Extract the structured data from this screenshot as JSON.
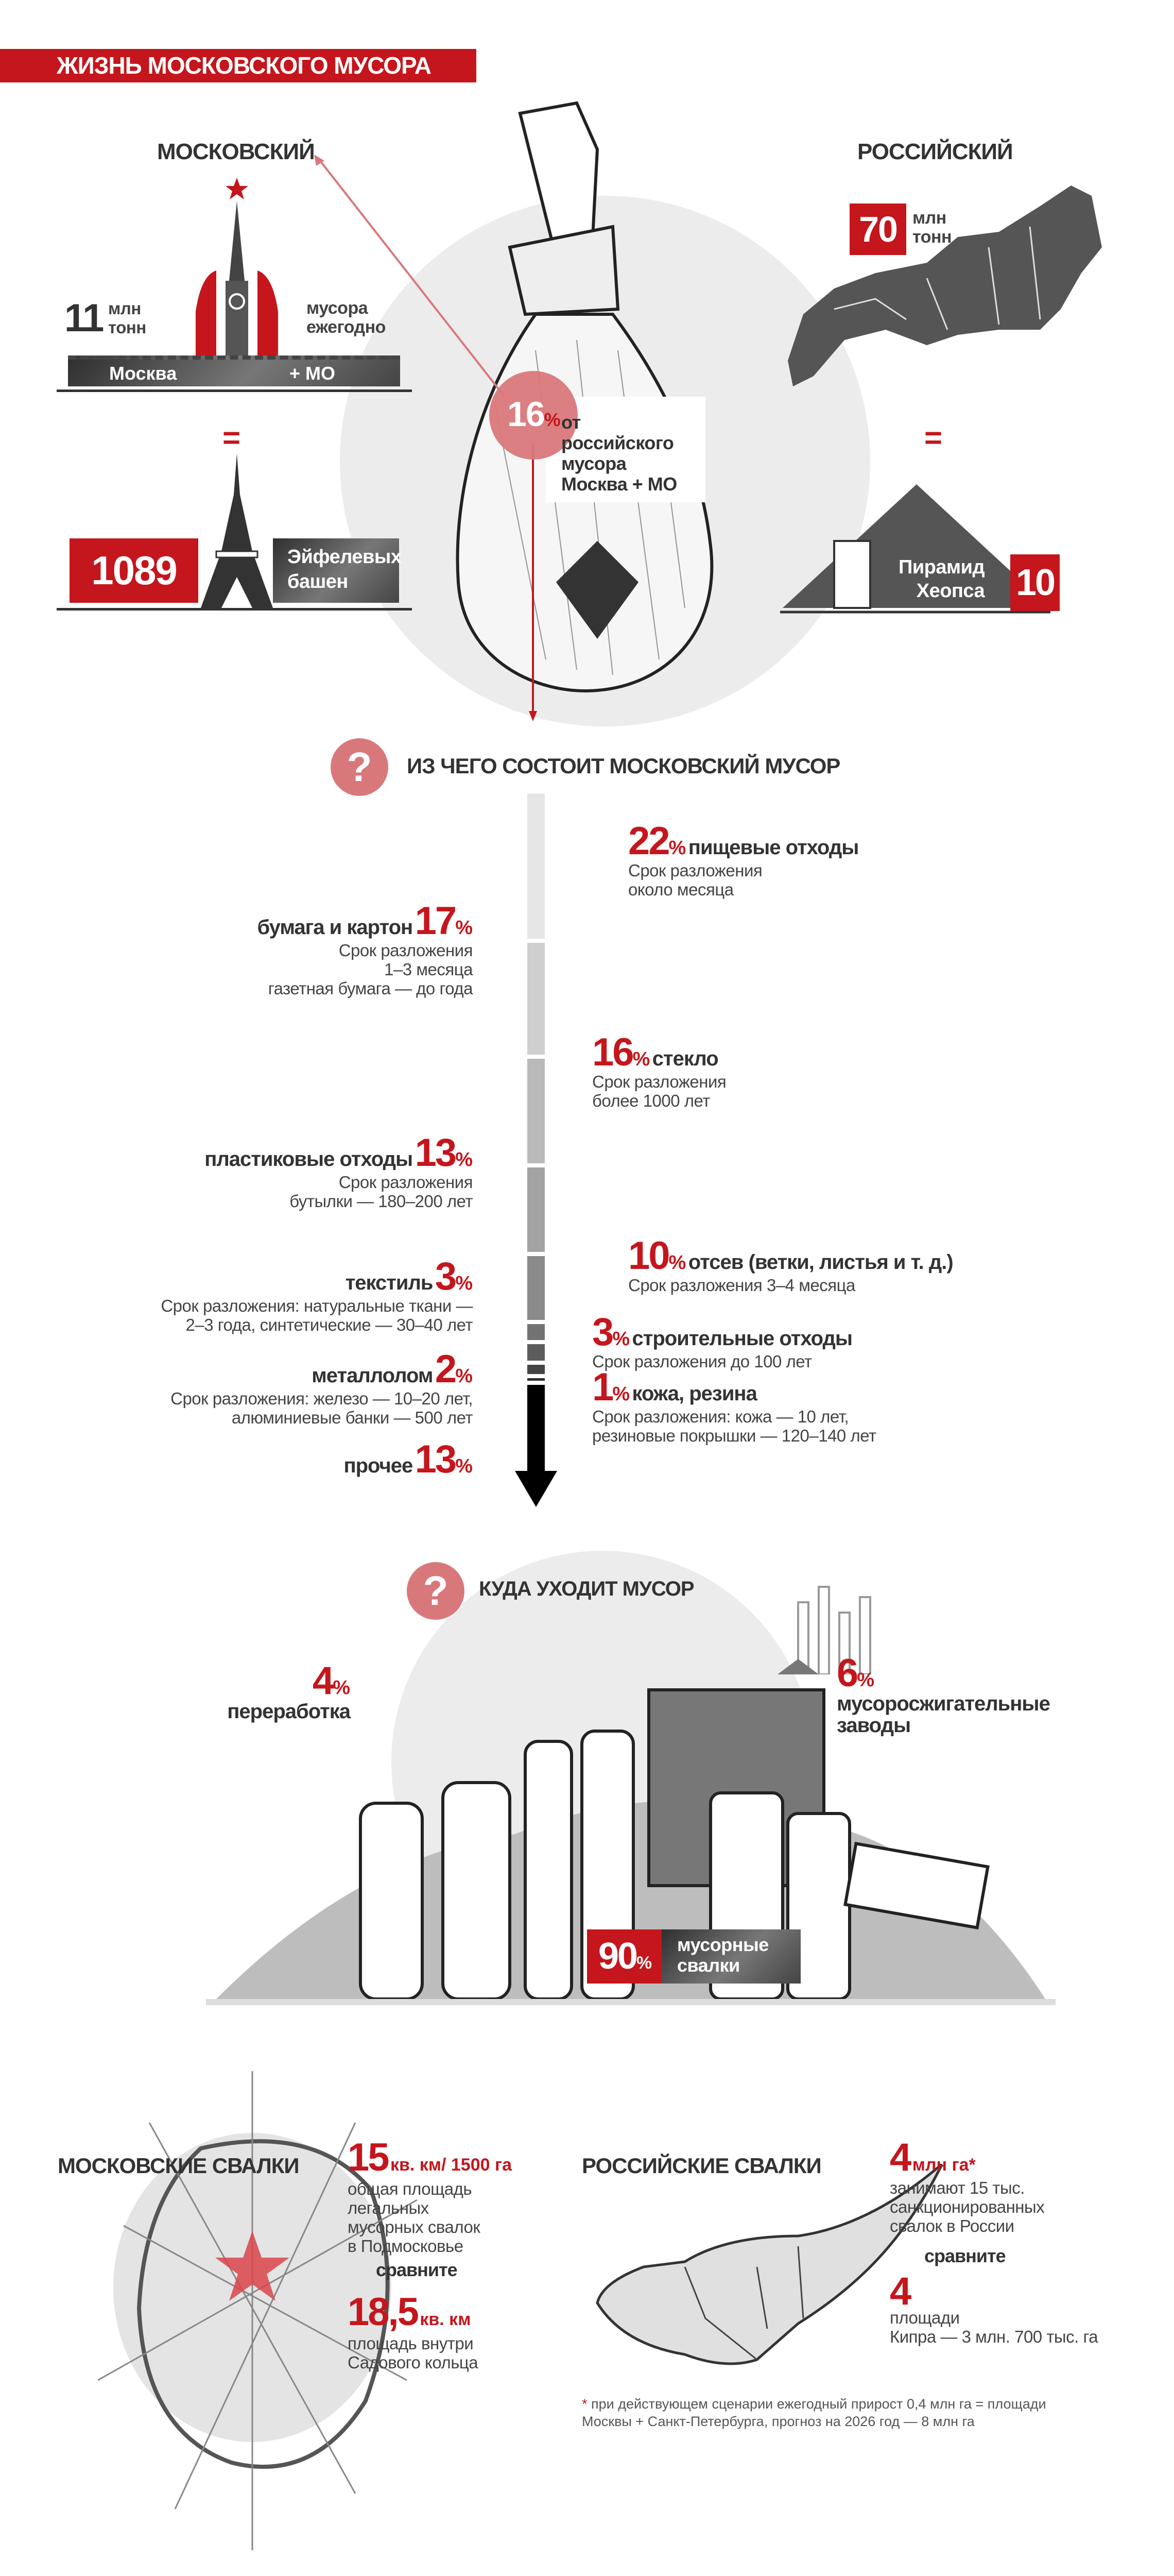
{
  "title": "ЖИЗНЬ МОСКОВСКОГО МУСОРА",
  "moscow": {
    "heading": "МОСКОВСКИЙ",
    "amount": "11",
    "unit": "млн\nтонн",
    "per_year": "мусора\nежегодно",
    "bar_left": "Москва",
    "bar_right": "+ МО",
    "equals": "=",
    "eiffel_count": "1089",
    "eiffel_label": "Эйфелевых\nбашен"
  },
  "share": {
    "value": "16",
    "pct": "%",
    "text": "от\nроссийского\nмусора\nМосква + МО"
  },
  "russia": {
    "heading": "РОССИЙСКИЙ",
    "amount": "70",
    "unit": "млн\nтонн",
    "equals": "=",
    "pyramid_label": "Пирамид\nХеопса",
    "pyramid_count": "10"
  },
  "composition": {
    "question": "?",
    "title": "ИЗ ЧЕГО СОСТОИТ МОСКОВСКИЙ МУСОР",
    "items": [
      {
        "value": "22",
        "pct": "%",
        "label": "пищевые отходы",
        "detail": "Срок разложения\nоколо месяца",
        "percent": 22,
        "color": "#e6e6e6"
      },
      {
        "value": "17",
        "pct": "%",
        "label": "бумага и картон",
        "detail": "Срок разложения\n1–3 месяца\nгазетная бумага — до года",
        "percent": 17,
        "color": "#cfcfcf"
      },
      {
        "value": "16",
        "pct": "%",
        "label": "стекло",
        "detail": "Срок разложения\nболее 1000 лет",
        "percent": 16,
        "color": "#b9b9b9"
      },
      {
        "value": "13",
        "pct": "%",
        "label": "пластиковые отходы",
        "detail": "Срок разложения\nбутылки — 180–200 лет",
        "percent": 13,
        "color": "#a3a3a3"
      },
      {
        "value": "10",
        "pct": "%",
        "label": "отсев (ветки, листья и т. д.)",
        "detail": "Срок разложения 3–4 месяца",
        "percent": 10,
        "color": "#8a8a8a"
      },
      {
        "value": "3",
        "pct": "%",
        "label": "текстиль",
        "detail": "Срок разложения: натуральные ткани —\n2–3 года, синтетические — 30–40 лет",
        "percent": 3,
        "color": "#737373"
      },
      {
        "value": "3",
        "pct": "%",
        "label": "строительные отходы",
        "detail": "Срок разложения до 100 лет",
        "percent": 3,
        "color": "#5c5c5c"
      },
      {
        "value": "2",
        "pct": "%",
        "label": "металлолом",
        "detail": "Срок разложения: железо — 10–20 лет,\nалюминиевые банки — 500 лет",
        "percent": 2,
        "color": "#444444"
      },
      {
        "value": "1",
        "pct": "%",
        "label": "кожа, резина",
        "detail": "Срок разложения: кожа — 10 лет,\nрезиновые покрышки — 120–140 лет",
        "percent": 1,
        "color": "#2d2d2d"
      },
      {
        "value": "13",
        "pct": "%",
        "label": "прочее",
        "detail": "",
        "percent": 13,
        "color": "#000000"
      }
    ]
  },
  "destination": {
    "question": "?",
    "title": "КУДА УХОДИТ МУСОР",
    "recycling": {
      "value": "4",
      "pct": "%",
      "label": "переработка"
    },
    "incineration": {
      "value": "6",
      "pct": "%",
      "label": "мусоросжигательные\nзаводы"
    },
    "landfills": {
      "value": "90",
      "pct": "%",
      "label": "мусорные\nсвалки"
    }
  },
  "moscow_landfills": {
    "heading": "МОСКОВСКИЕ СВАЛКИ",
    "value": "15",
    "unit": "кв. км/ 1500 га",
    "text": "общая площадь\nлегальных\nмусорных свалок\nв Подмосковье",
    "compare": "сравните",
    "compare_value": "18,5",
    "compare_unit": "кв. км",
    "compare_text": "площадь внутри\nСадового кольца"
  },
  "russian_landfills": {
    "heading": "РОССИЙСКИЕ СВАЛКИ",
    "value": "4",
    "unit": "млн га*",
    "text": "занимают 15 тыс.\nсанкционированных\nсвалок в России",
    "compare": "сравните",
    "compare_value": "4",
    "compare_text": "площади\nКипра — 3 млн. 700 тыс. га"
  },
  "footnote": {
    "star": "*",
    "text": " при действующем сценарии ежегодный прирост 0,4 млн га = площади\nМосквы + Санкт-Петербурга, прогноз на 2026 год — 8 млн га"
  },
  "colors": {
    "accent": "#c4161c",
    "question": "#d9787b",
    "circle": "#ececec"
  }
}
